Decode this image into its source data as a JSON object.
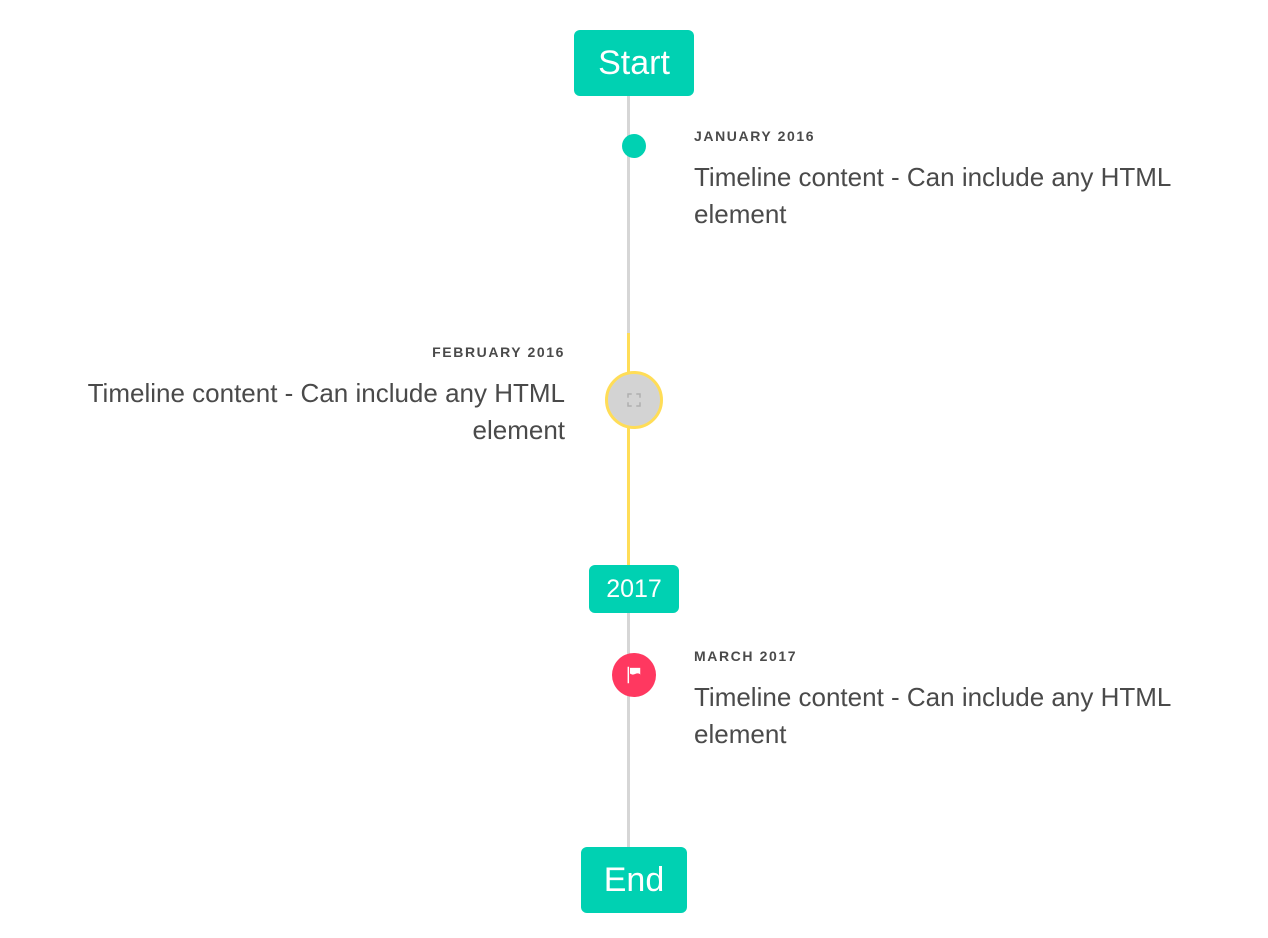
{
  "colors": {
    "primary": "#00d1b2",
    "warning": "#ffdd57",
    "danger": "#ff3860",
    "rail": "#d6d6d6",
    "text": "#4a4a4a",
    "marker_placeholder": "#d3d3d3",
    "background": "#ffffff"
  },
  "header": {
    "label": "Start"
  },
  "footer": {
    "label": "End"
  },
  "year_divider": {
    "label": "2017"
  },
  "items": [
    {
      "heading": "JANUARY 2016",
      "text": "Timeline content - Can include any HTML element",
      "side": "right",
      "marker": "dot-icon",
      "marker_color": "#00d1b2"
    },
    {
      "heading": "FEBRUARY 2016",
      "text": "Timeline content - Can include any HTML element",
      "side": "left",
      "marker": "broken-image-icon",
      "marker_color": "#ffdd57"
    },
    {
      "heading": "MARCH 2017",
      "text": "Timeline content - Can include any HTML element",
      "side": "right",
      "marker": "flag-icon",
      "marker_color": "#ff3860"
    }
  ]
}
